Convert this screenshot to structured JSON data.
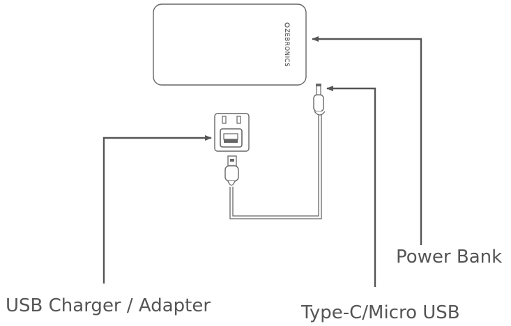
{
  "labels": {
    "power_bank": "Power Bank",
    "usb_charger": "USB Charger / Adapter",
    "cable": "Type-C/Micro USB"
  },
  "brand": "ZEBRONICS",
  "colors": {
    "stroke": "#666666",
    "arrow": "#555555",
    "text": "#555555",
    "fill": "#ffffff"
  }
}
